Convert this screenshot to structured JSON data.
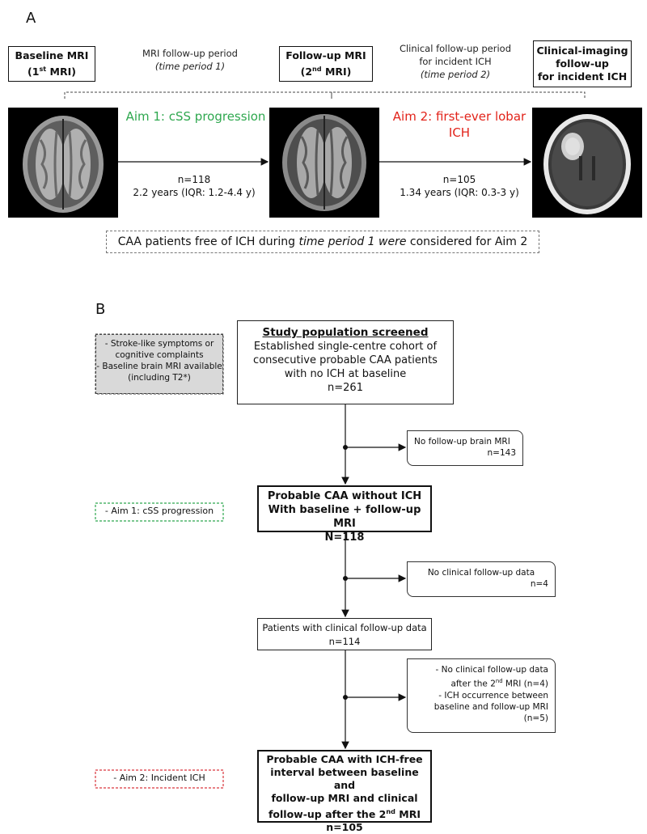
{
  "panel_a": {
    "letter": "A",
    "baseline_box": [
      "Baseline MRI",
      "(1st MRI)"
    ],
    "mri_period": [
      "MRI follow-up period",
      "(time period 1)"
    ],
    "followup_box": [
      "Follow-up MRI",
      "(2nd MRI)"
    ],
    "clinical_period": [
      "Clinical follow-up period",
      "for incident ICH",
      "(time period 2)"
    ],
    "clinical_box": [
      "Clinical-imaging",
      "follow-up",
      "for incident ICH"
    ],
    "aim1": "Aim 1: cSS progression",
    "aim2": [
      "Aim 2: first-ever lobar",
      "ICH"
    ],
    "stat1": [
      "n=118",
      "2.2 years (IQR: 1.2-4.4 y)"
    ],
    "stat2": [
      "n=105",
      "1.34 years (IQR: 0.3-3 y)"
    ],
    "note_pre": "CAA patients free of ICH during ",
    "note_ital": "time period 1 were",
    "note_post": " considered for Aim 2",
    "colors": {
      "aim1": "#2fa84f",
      "aim2": "#e2231a"
    }
  },
  "panel_b": {
    "letter": "B",
    "inclusion": [
      "- Stroke-like symptoms or",
      "cognitive complaints",
      "- Baseline brain MRI available",
      "(including T2*)"
    ],
    "screened": {
      "title": "Study population screened",
      "lines": [
        "Established single-centre cohort of",
        "consecutive probable CAA patients",
        "with no ICH at baseline"
      ],
      "n": "n=261"
    },
    "excl1": {
      "label": "No follow-up brain MRI",
      "n": "n=143"
    },
    "aim1_label": "- Aim 1: cSS progression",
    "box2": [
      "Probable CAA without ICH",
      "With baseline + follow-up MRI",
      "N=118"
    ],
    "excl2": {
      "label": "No clinical follow-up data",
      "n": "n=4"
    },
    "box3": [
      "Patients with clinical follow-up  data",
      "n=114"
    ],
    "excl3": [
      "- No clinical follow-up data",
      "after the 2nd MRI (n=4)",
      "- ICH occurrence between",
      "baseline and follow-up MRI",
      "(n=5)"
    ],
    "aim2_label": "- Aim 2: Incident ICH",
    "box4": [
      "Probable CAA with ICH-free",
      "interval between baseline and",
      "follow-up MRI and clinical",
      "follow-up after the 2nd MRI",
      "n=105"
    ],
    "colors": {
      "aim1_border": "#2fa84f",
      "aim2_border": "#d9363e",
      "inclusion_fill": "#d9d9d9"
    }
  }
}
